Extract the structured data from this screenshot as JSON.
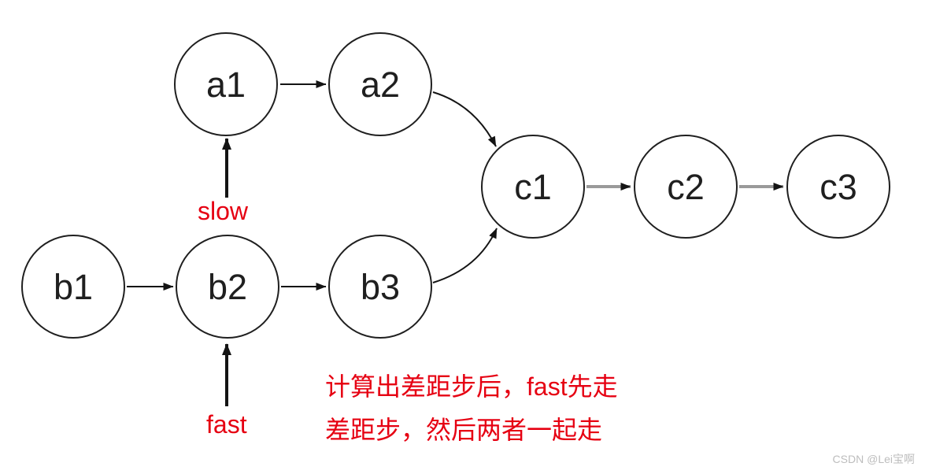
{
  "nodes": {
    "a1": {
      "label": "a1"
    },
    "a2": {
      "label": "a2"
    },
    "b1": {
      "label": "b1"
    },
    "b2": {
      "label": "b2"
    },
    "b3": {
      "label": "b3"
    },
    "c1": {
      "label": "c1"
    },
    "c2": {
      "label": "c2"
    },
    "c3": {
      "label": "c3"
    }
  },
  "edges": [
    {
      "from": "a1",
      "to": "a2",
      "style": "thin-black"
    },
    {
      "from": "a2",
      "to": "c1",
      "style": "curved-black"
    },
    {
      "from": "b1",
      "to": "b2",
      "style": "thin-black"
    },
    {
      "from": "b2",
      "to": "b3",
      "style": "thin-black"
    },
    {
      "from": "b3",
      "to": "c1",
      "style": "curved-black"
    },
    {
      "from": "c1",
      "to": "c2",
      "style": "thick-gray"
    },
    {
      "from": "c2",
      "to": "c3",
      "style": "thick-gray"
    },
    {
      "from": "slow-label",
      "to": "a1",
      "style": "thick-black-up"
    },
    {
      "from": "fast-label",
      "to": "b2",
      "style": "thick-black-up"
    }
  ],
  "pointers": {
    "slow": "slow",
    "fast": "fast"
  },
  "annotation": {
    "line1": "计算出差距步后，fast先走",
    "line2": "差距步，然后两者一起走"
  },
  "watermark": "CSDN @Lei宝啊",
  "colors": {
    "red_text": "#e60012",
    "node_stroke": "#1f1f1f",
    "arrow_black": "#141414",
    "arrow_gray": "#9a9a9a",
    "watermark_gray": "#bdbdbd",
    "background": "#ffffff"
  }
}
